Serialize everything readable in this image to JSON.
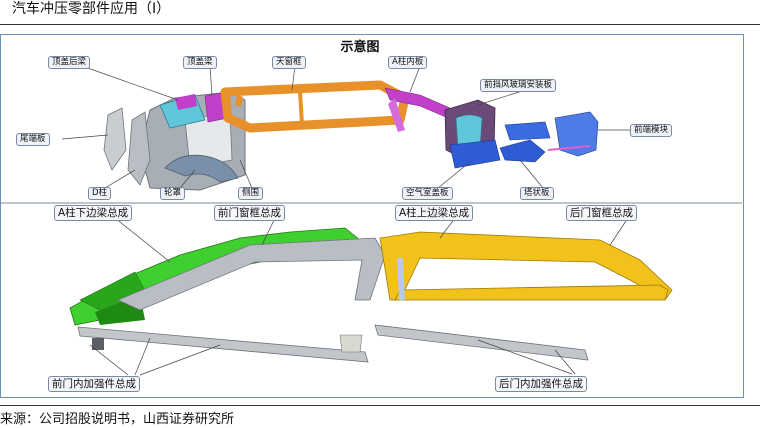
{
  "page_title": "汽车冲压零部件应用（I）",
  "diagram": {
    "title": "示意图",
    "top_labels": {
      "roof_rear_beam": "顶盖后梁",
      "roof_beam": "顶盖梁",
      "sunroof_frame": "天窗框",
      "a_pillar_inner": "A柱内板",
      "windshield_panel": "前挡风玻璃安装板",
      "tail_panel": "尾端板",
      "front_module": "前端模块",
      "d_pillar": "D柱",
      "wheel_house": "轮罩",
      "side_wall": "侧围",
      "cowl_panel": "空气室盖板",
      "tower_panel": "塔状板"
    },
    "bottom_labels": {
      "a_pillar_lower": "A柱下边梁总成",
      "front_door_frame": "前门窗框总成",
      "a_pillar_upper": "A柱上边梁总成",
      "rear_door_frame": "后门窗框总成",
      "front_door_reinforce": "前门内加强件总成",
      "rear_door_reinforce": "后门内加强件总成"
    }
  },
  "source_note": "来源：公司招股说明书，山西证券研究所",
  "colors": {
    "orange": "#e8902a",
    "magenta": "#c23fc9",
    "blue": "#2f5bd6",
    "green": "#3fcf2e",
    "yellow": "#f2c21a",
    "grey": "#9aa0a8",
    "panel_border": "#6b8fb5"
  }
}
